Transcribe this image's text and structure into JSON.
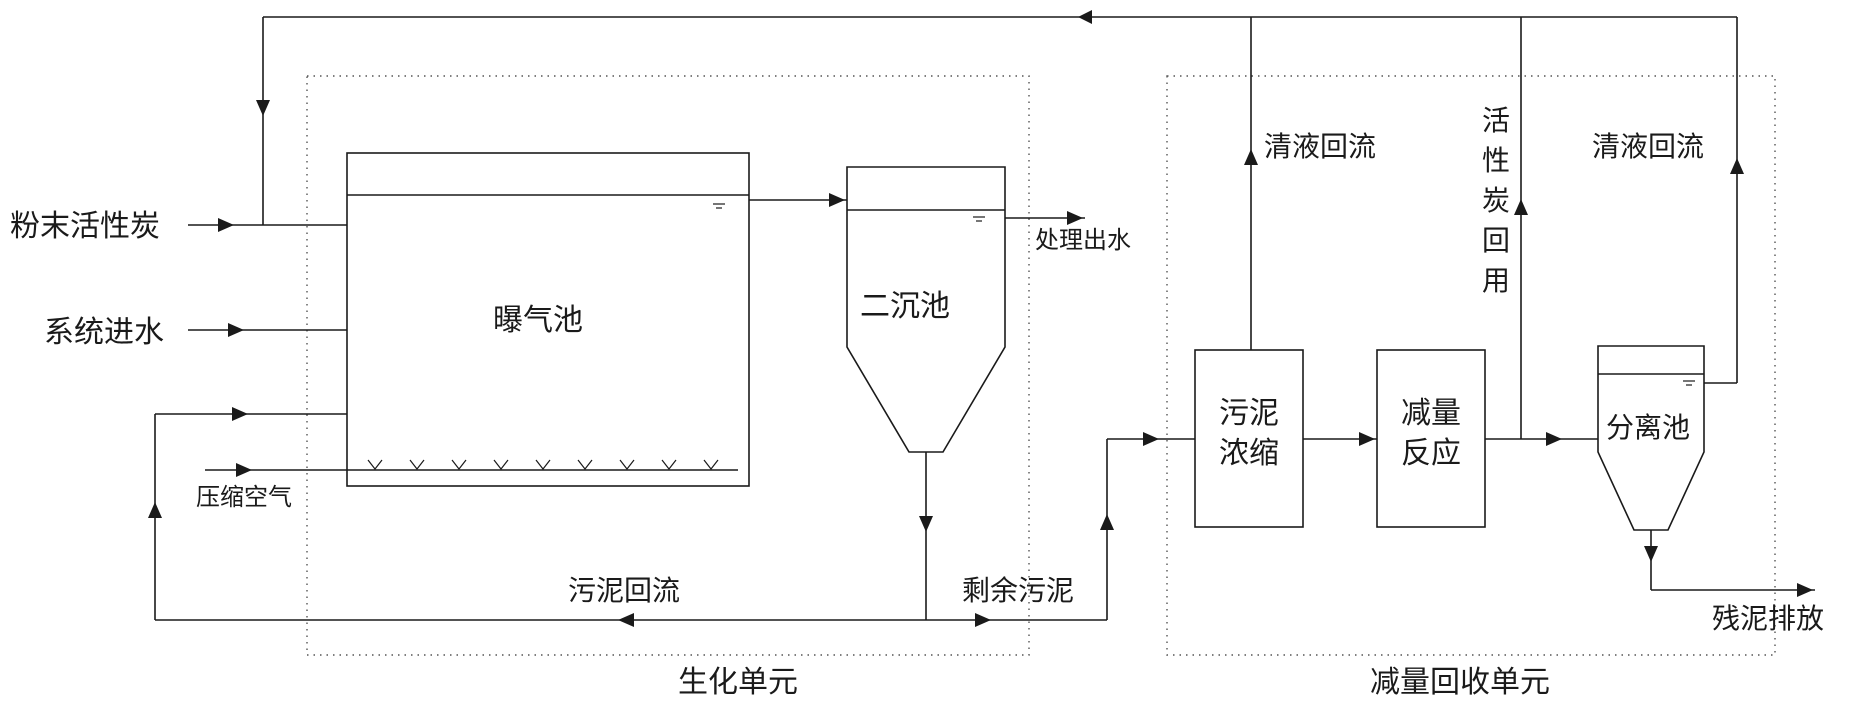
{
  "inputs": {
    "powdered_carbon": "粉末活性炭",
    "system_inflow": "系统进水",
    "compressed_air": "压缩空气"
  },
  "units": {
    "aeration_tank": "曝气池",
    "secondary_clarifier": "二沉池",
    "sludge_thickening_line1": "污泥",
    "sludge_thickening_line2": "浓缩",
    "reduction_reaction_line1": "减量",
    "reduction_reaction_line2": "反应",
    "separation_tank": "分离池"
  },
  "flows": {
    "treated_effluent": "处理出水",
    "sludge_return": "污泥回流",
    "excess_sludge": "剩余污泥",
    "clear_liquid_return_1": "清液回流",
    "clear_liquid_return_2": "清液回流",
    "carbon_reuse": [
      "活",
      "性",
      "炭",
      "回",
      "用"
    ],
    "residual_sludge_discharge": "残泥排放"
  },
  "regions": {
    "biochemical_unit": "生化单元",
    "reduction_recovery_unit": "减量回收单元"
  }
}
